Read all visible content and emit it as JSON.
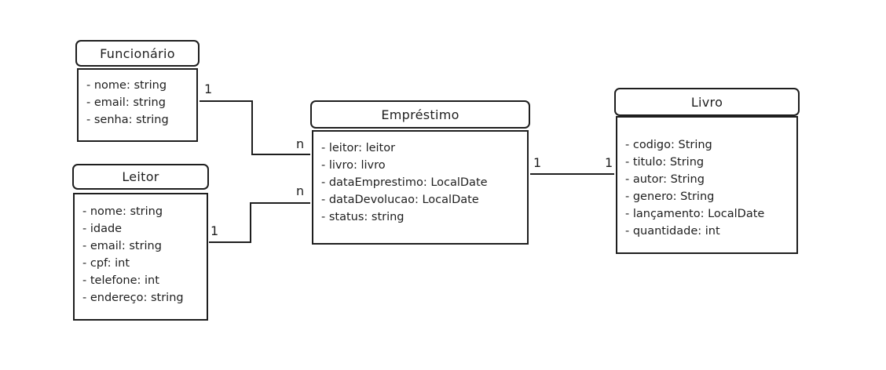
{
  "classes": {
    "funcionario": {
      "name": "Funcionário",
      "attributes": [
        "- nome: string",
        "- email: string",
        "- senha: string"
      ]
    },
    "leitor": {
      "name": "Leitor",
      "attributes": [
        "- nome: string",
        "- idade",
        "- email: string",
        "- cpf: int",
        "- telefone: int",
        "- endereço: string"
      ]
    },
    "emprestimo": {
      "name": "Empréstimo",
      "attributes": [
        "- leitor: leitor",
        "- livro: livro",
        "- dataEmprestimo: LocalDate",
        "- dataDevolucao: LocalDate",
        "- status: string"
      ]
    },
    "livro": {
      "name": "Livro",
      "attributes": [
        "- codigo: String",
        "- titulo: String",
        "- autor: String",
        "- genero: String",
        "- lançamento: LocalDate",
        "- quantidade: int"
      ]
    }
  },
  "multiplicities": {
    "funcionario_side": "1",
    "emprestimo_funcionario_side": "n",
    "leitor_side": "1",
    "emprestimo_leitor_side": "n",
    "emprestimo_livro_side": "1",
    "livro_side": "1"
  }
}
